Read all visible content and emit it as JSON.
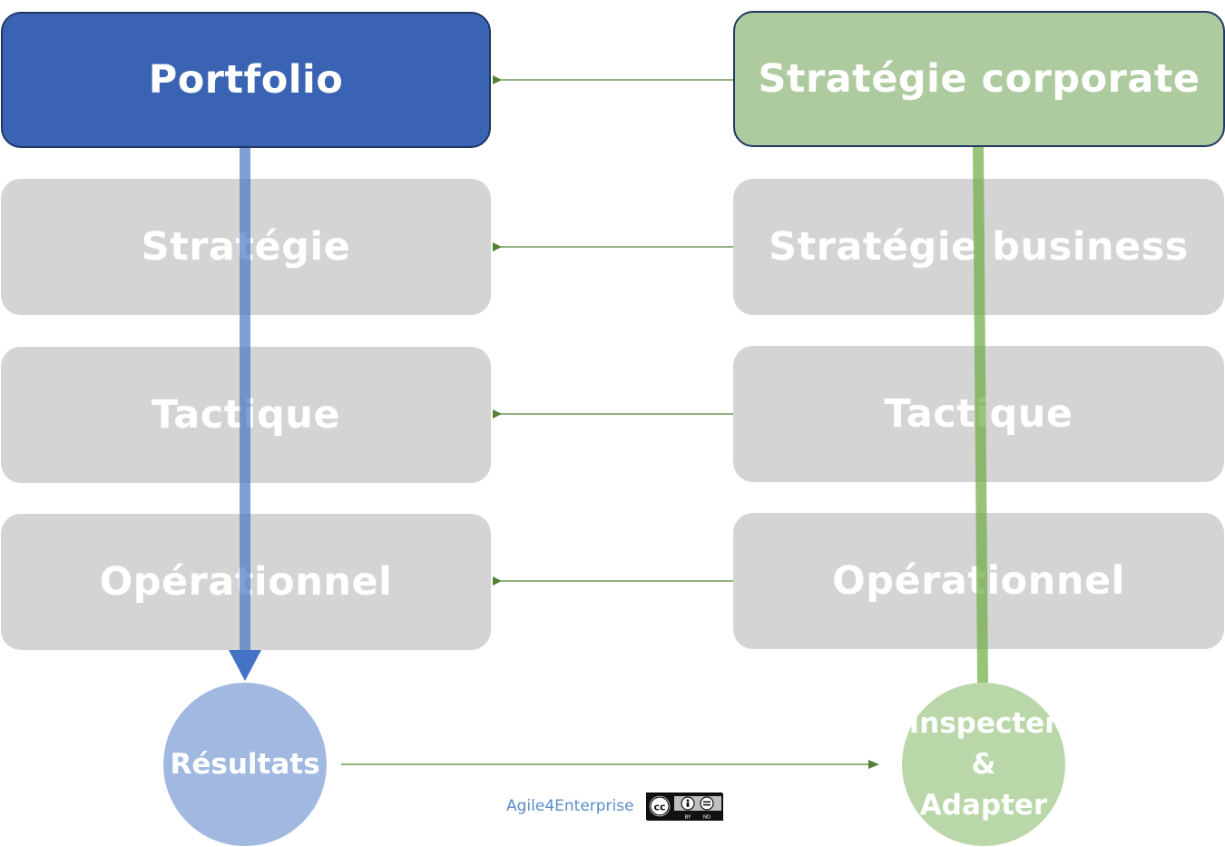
{
  "left_column": {
    "header": "Portfolio",
    "levels": [
      "Stratégie",
      "Tactique",
      "Opérationnel"
    ],
    "result": "Résultats"
  },
  "right_column": {
    "header": "Stratégie corporate",
    "levels": [
      "Stratégie business",
      "Tactique",
      "Opérationnel"
    ],
    "result_lines": [
      "Inspecter",
      "&",
      "Adapter"
    ]
  },
  "footer": {
    "credit": "Agile4Enterprise",
    "license_icon": "cc-by-nd-icon"
  },
  "colors": {
    "portfolio": "#3a64b3",
    "corporate": "#aecb9f",
    "level_box": "#d4d4d4",
    "blue_flow": "#4472c4",
    "green_flow": "#70ad47",
    "connector": "#548235"
  }
}
